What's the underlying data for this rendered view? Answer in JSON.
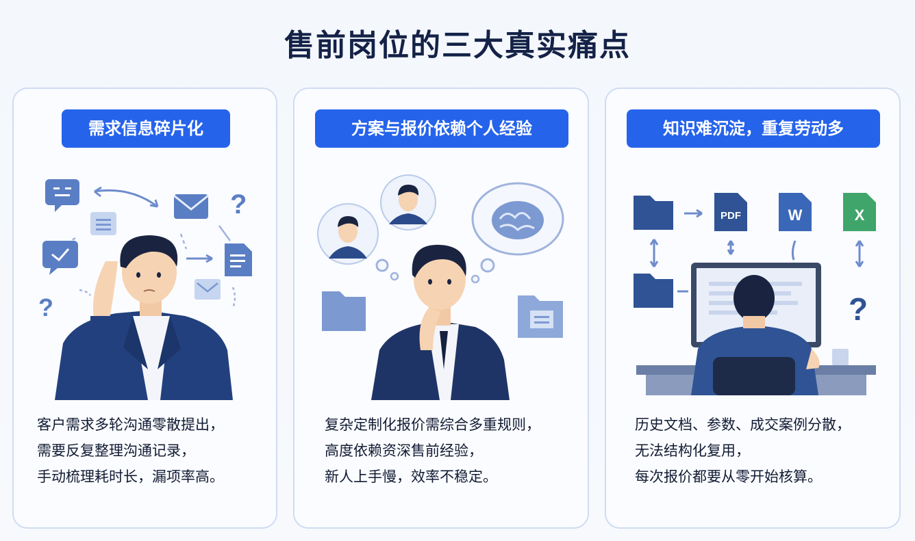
{
  "title": "售前岗位的三大真实痛点",
  "cards": [
    {
      "tag": "需求信息碎片化",
      "lines": [
        "客户需求多轮沟通零散提出，",
        "需要反复整理沟通记录，",
        "手动梳理耗时长，漏项率高。"
      ]
    },
    {
      "tag": "方案与报价依赖个人经验",
      "lines": [
        "复杂定制化报价需综合多重规则，",
        "高度依赖资深售前经验，",
        "新人上手慢，效率不稳定。"
      ]
    },
    {
      "tag": "知识难沉淀，重复劳动多",
      "lines": [
        "历史文档、参数、成交案例分散，",
        "无法结构化复用，",
        "每次报价都要从零开始核算。"
      ],
      "file_labels": [
        "PDF",
        "W",
        "X"
      ],
      "question_mark": "?"
    }
  ],
  "icon_glyphs": {
    "question": "?"
  },
  "colors": {
    "accent": "#2563eb",
    "navy": "#1f3d7a",
    "icon_blue": "#5a7ec4",
    "light_icon": "#bcd0ef",
    "excel_green": "#3fa56a",
    "card_border": "#cfdcf2"
  }
}
